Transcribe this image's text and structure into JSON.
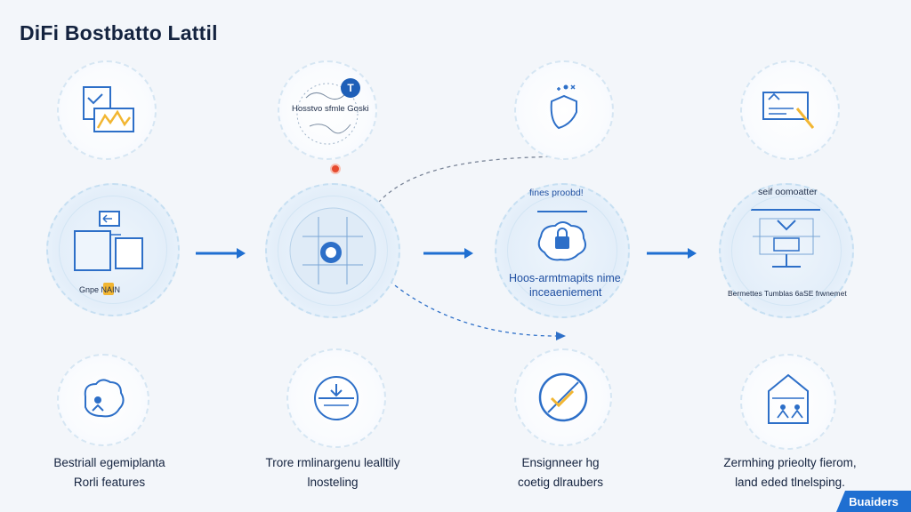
{
  "header": {
    "title": "DiFi Bostbatto Lattil"
  },
  "top_row": {
    "node2_label": "Hosstvo sfmle Goski",
    "node2_badge": "T"
  },
  "middle_row": {
    "node1_label": "Gnpe  NAIN",
    "node3_label_top": "fines proobd!",
    "node3_label_mid_1": "Hoos-armtmapits nime",
    "node3_label_mid_2": "inceaeniement",
    "node4_label_top": "seif oomoatter",
    "node4_label_bottom": "Bermettes Tumblas 6aSE frwnemet"
  },
  "captions": [
    {
      "line1": "Bestriall egemiplanta",
      "line2": "Rorli features"
    },
    {
      "line1": "Trore rmlinargenu lealltily",
      "line2": "lnosteling"
    },
    {
      "line1": "Ensignneer hg",
      "line2": "coetig dlraubers"
    },
    {
      "line1": "Zermhing prieolty fierom,",
      "line2": "land eded tlnelsping."
    }
  ],
  "footer": {
    "corner_label": "Buaiders"
  },
  "colors": {
    "accent": "#1f6fd1",
    "icon": "#2d6fc8",
    "highlight": "#f2b632",
    "pin": "#e64a2e"
  }
}
